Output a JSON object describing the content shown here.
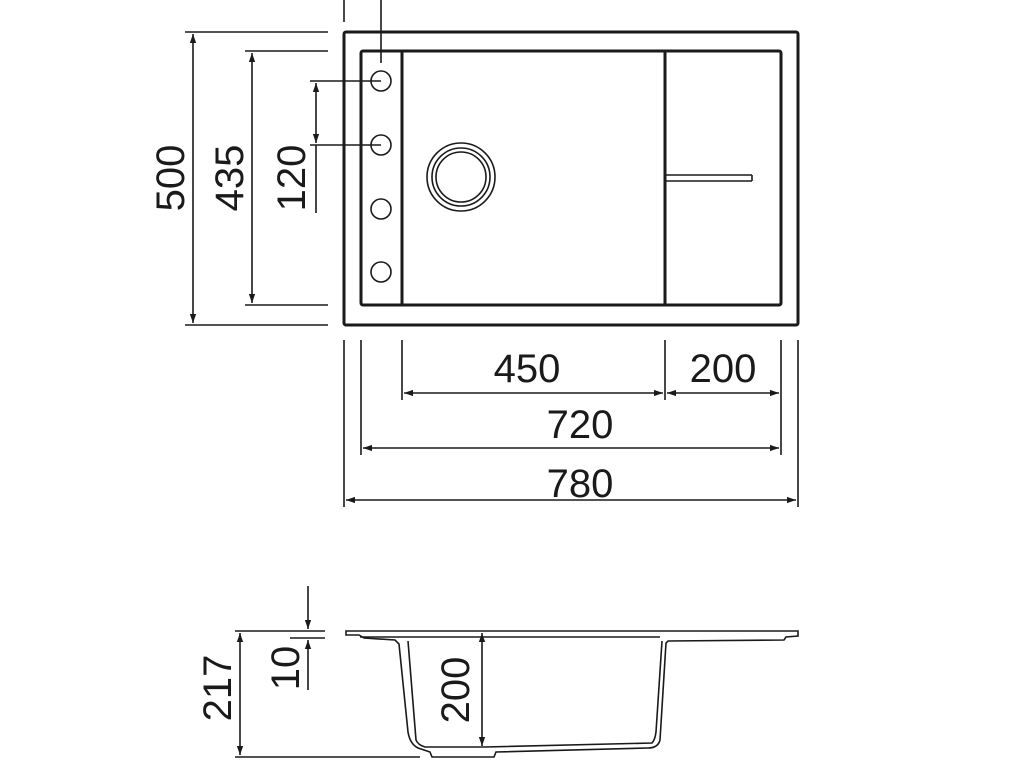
{
  "plan_view": {
    "dimensions": {
      "overall_depth": "500",
      "inner_depth": "435",
      "tap_hole_spacing": "120",
      "bowl_width": "450",
      "drainer_width": "200",
      "inner_width": "720",
      "overall_width": "780"
    },
    "tap_holes": 4
  },
  "section_view": {
    "dimensions": {
      "total_height": "217",
      "rim_thickness": "10",
      "bowl_depth": "200"
    }
  },
  "colors": {
    "line": "#1a1a1a",
    "background": "#ffffff"
  }
}
